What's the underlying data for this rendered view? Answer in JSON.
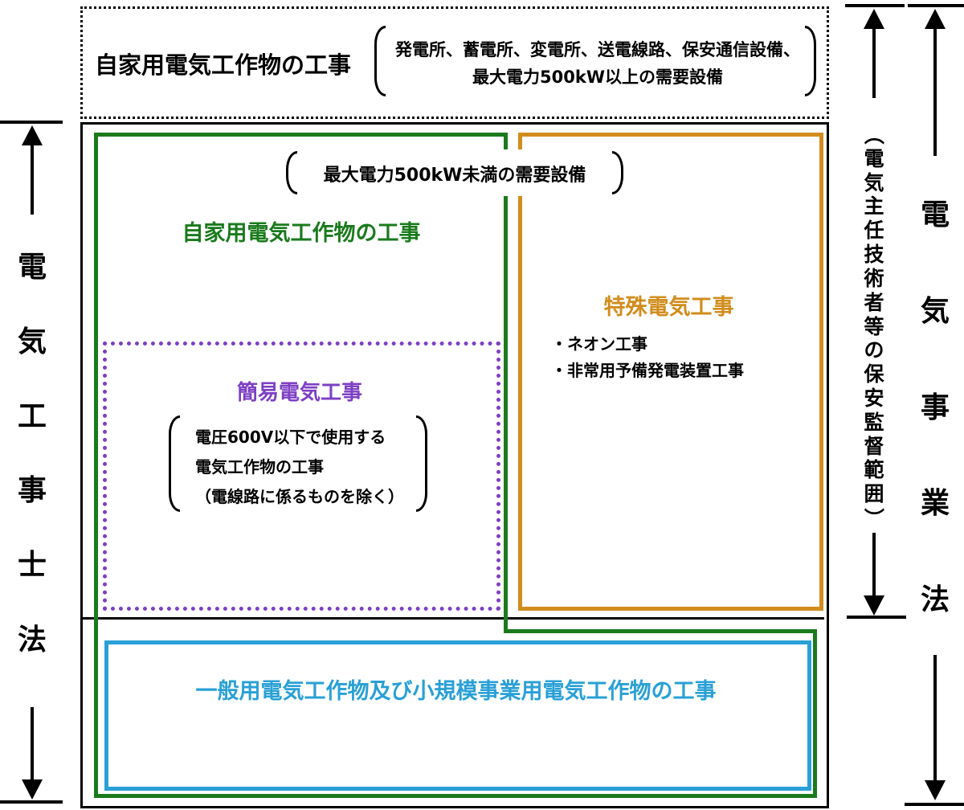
{
  "colors": {
    "green": "#1a7a1c",
    "orange": "#d18d1d",
    "purple": "#7d3fc4",
    "blue": "#29a0d6",
    "black": "#000000"
  },
  "top_box": {
    "title": "自家用電気工作物の工事",
    "bracket_line1": "発電所、蓄電所、変電所、送電線路、保安通信設備、",
    "bracket_line2": "最大電力500kW以上の需要設備"
  },
  "green_box": {
    "bracket_text": "最大電力500kW未満の需要設備",
    "title": "自家用電気工作物の工事"
  },
  "simple_box": {
    "title": "簡易電気工事",
    "bracket_line1": "電圧600V以下で使用する",
    "bracket_line2": "電気工作物の工事",
    "bracket_line3": "（電線路に係るものを除く）"
  },
  "special_box": {
    "title": "特殊電気工事",
    "item1": "・ネオン工事",
    "item2": "・非常用予備発電装置工事"
  },
  "general_box": {
    "title": "一般用電気工作物及び小規模事業用電気工作物の工事"
  },
  "left_axis": {
    "label": "電気工事士法"
  },
  "right_axis_inner": {
    "label": "（電気主任技術者等の保安監督範囲）"
  },
  "right_axis_outer": {
    "label": "電気事業法"
  }
}
